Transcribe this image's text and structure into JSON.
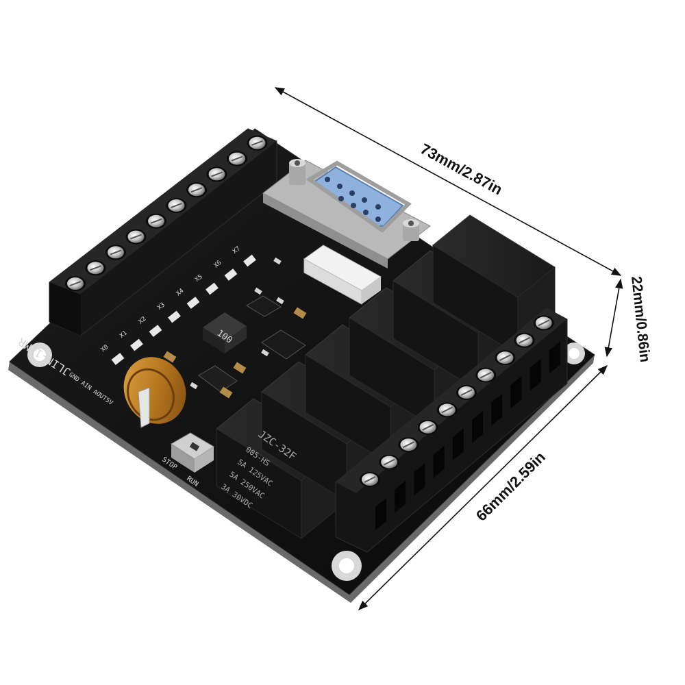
{
  "dimensions": {
    "width_label": "73mm/2.87in",
    "height_label": "22mm/0.86in",
    "depth_label": "66mm/2.59in",
    "line_color": "#111111"
  },
  "board": {
    "model_label": "JLIN-14MR",
    "inductor_label": "100",
    "switch_label_run": "RUN",
    "switch_label_stop": "STOP",
    "pin_labels": "GND AIN AOUT5V",
    "input_labels": [
      "X0",
      "X1",
      "X2",
      "X3",
      "X4",
      "X5",
      "X6",
      "X7"
    ],
    "relay_brand": "JZC-32F",
    "relay_spec_lines": [
      "005-HS",
      "5A 125VAC",
      "5A 250VAC",
      "3A 30VDC"
    ],
    "pcb_color": "#121212",
    "capacitor_color": "#c98a2e",
    "connector_color": "#7fa6d8"
  }
}
